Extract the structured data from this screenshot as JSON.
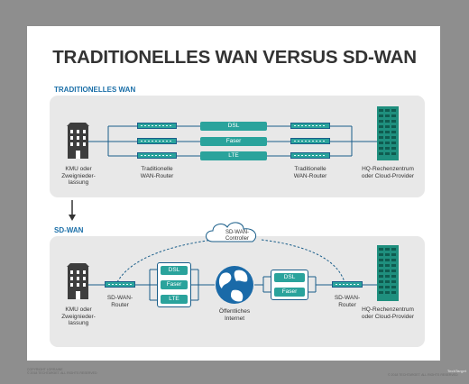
{
  "title": "TRADITIONELLES WAN VERSUS SD-WAN",
  "traditional": {
    "section_label": "TRADITIONELLES WAN",
    "branch_label": "KMU oder\nZweignieder-\nlassung",
    "router_left_label": "Traditionelle\nWAN-Router",
    "router_right_label": "Traditionelle\nWAN-Router",
    "links": [
      "DSL",
      "Faser",
      "LTE"
    ],
    "hq_label": "HQ-Rechenzentrum\noder Cloud-Provider"
  },
  "sdwan": {
    "section_label": "SD-WAN",
    "controller_label": "SD-WAN-\nController",
    "branch_label": "KMU oder\nZweignieder-\nlassung",
    "router_left_label": "SD-WAN-\nRouter",
    "links_left": [
      "DSL",
      "Faser",
      "LTE"
    ],
    "internet_label": "Öffentliches\nInternet",
    "links_right": [
      "DSL",
      "Faser"
    ],
    "router_right_label": "SD-WAN-\nRouter",
    "hq_label": "HQ-Rechenzentrum\noder Cloud-Provider"
  },
  "footer": {
    "left_line1": "COPYRIGHT LORRAINE",
    "left_line2": "© 2018 TECHTARGET. ALL RIGHTS RESERVED",
    "right": "© 2018 TECHTARGET. ALL RIGHTS RESERVED",
    "logo": "TechTarget"
  },
  "colors": {
    "link_fill": "#2aa39c",
    "router_border": "#1a5e8a",
    "section_label": "#1b6fa8",
    "building": "#3d3d3d",
    "hq_building": "#1f8f7e"
  }
}
